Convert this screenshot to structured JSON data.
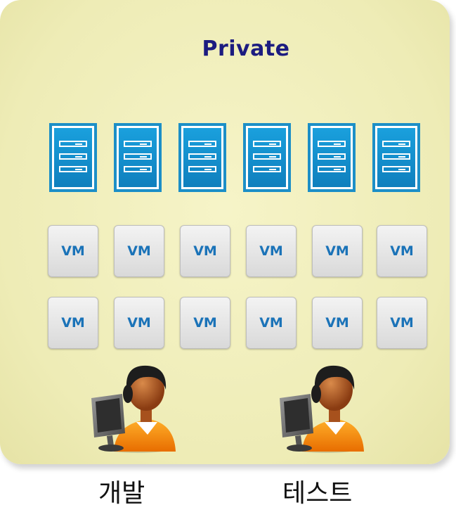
{
  "diagram": {
    "title": "Private",
    "servers": [
      {
        "icon": "server-icon"
      },
      {
        "icon": "server-icon"
      },
      {
        "icon": "server-icon"
      },
      {
        "icon": "server-icon"
      },
      {
        "icon": "server-icon"
      },
      {
        "icon": "server-icon"
      }
    ],
    "vm_rows": [
      [
        "VM",
        "VM",
        "VM",
        "VM",
        "VM",
        "VM"
      ],
      [
        "VM",
        "VM",
        "VM",
        "VM",
        "VM",
        "VM"
      ]
    ],
    "users": [
      {
        "icon": "user-at-computer-icon",
        "label": "개발"
      },
      {
        "icon": "user-at-computer-icon",
        "label": "테스트"
      }
    ],
    "colors": {
      "panel": "#eeecb6",
      "title": "#1c1c80",
      "server": "#1c8fc7",
      "vm_text": "#1b73b8"
    }
  }
}
